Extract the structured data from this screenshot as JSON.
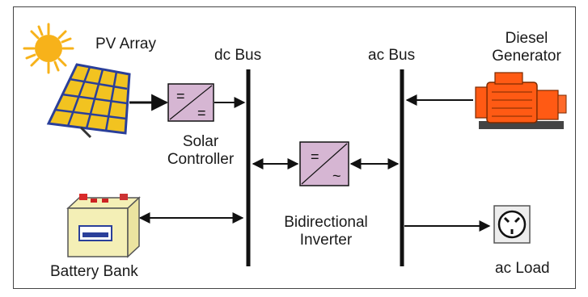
{
  "labels": {
    "pv_array": "PV Array",
    "dc_bus": "dc Bus",
    "ac_bus": "ac Bus",
    "diesel_line1": "Diesel",
    "diesel_line2": "Generator",
    "solar_line1": "Solar",
    "solar_line2": "Controller",
    "bidir_line1": "Bidirectional",
    "bidir_line2": "Inverter",
    "battery_bank": "Battery Bank",
    "ac_load": "ac Load"
  },
  "converter_symbols": {
    "solar_controller_in": "=",
    "solar_controller_out": "=",
    "inverter_in": "=",
    "inverter_out": "~"
  },
  "colors": {
    "sun": "#f7b21a",
    "pv_cell": "#f2c320",
    "pv_grid": "#2a3f9a",
    "converter_box": "#d6b6d3",
    "generator": "#ff5a14",
    "battery_body": "#f4efb6",
    "line": "#111111"
  }
}
